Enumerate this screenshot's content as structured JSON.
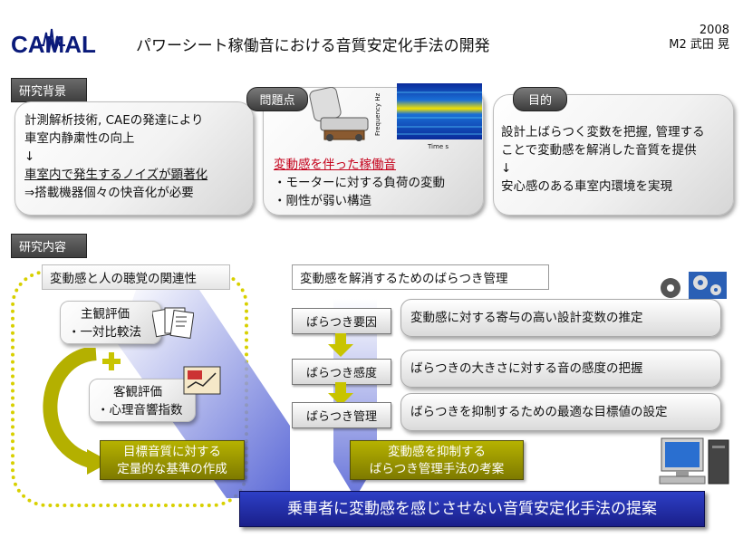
{
  "header": {
    "logo_text": "CAMAL",
    "title": "パワーシート稼働音における音質安定化手法の開発",
    "year": "2008",
    "author": "M2 武田 晃"
  },
  "background": {
    "tag": "研究背景",
    "lines": [
      "計測解析技術, CAEの発達により",
      "車室内静粛性の向上",
      "↓",
      "車室内で発生するノイズが顕著化",
      "⇒搭載機器個々の快音化が必要"
    ]
  },
  "problem": {
    "tag": "問題点",
    "heading": "変動感を伴った稼働音",
    "items": [
      "・モーターに対する負荷の変動",
      "・剛性が弱い構造"
    ],
    "spectrogram_ylabel": "Frequency Hz",
    "spectrogram_xlabel": "Time s"
  },
  "purpose": {
    "tag": "目的",
    "lines": [
      "設計上ばらつく変数を把握, 管理する",
      "ことで変動感を解消した音質を提供",
      "↓",
      "安心感のある車室内環境を実現"
    ]
  },
  "content": {
    "tag": "研究内容",
    "left_title": "変動感と人の聴覚の関連性",
    "subjective_title": "主観評価",
    "subjective_item": "・一対比較法",
    "objective_title": "客観評価",
    "objective_item": "・心理音響指数",
    "left_result_1": "目標音質に対する",
    "left_result_2": "定量的な基準の作成",
    "right_title": "変動感を解消するためのばらつき管理",
    "steps": [
      {
        "label": "ばらつき要因",
        "desc": "変動感に対する寄与の高い設計変数の推定"
      },
      {
        "label": "ばらつき感度",
        "desc": "ばらつきの大きさに対する音の感度の把握"
      },
      {
        "label": "ばらつき管理",
        "desc": "ばらつきを抑制するための最適な目標値の設定"
      }
    ],
    "right_result_1": "変動感を抑制する",
    "right_result_2": "ばらつき管理手法の考案",
    "conclusion": "乗車者に変動感を感じさせない音質安定化手法の提案"
  },
  "colors": {
    "olive": "#9a9600",
    "blue": "#2330a8",
    "dotted": "#d8d000"
  }
}
